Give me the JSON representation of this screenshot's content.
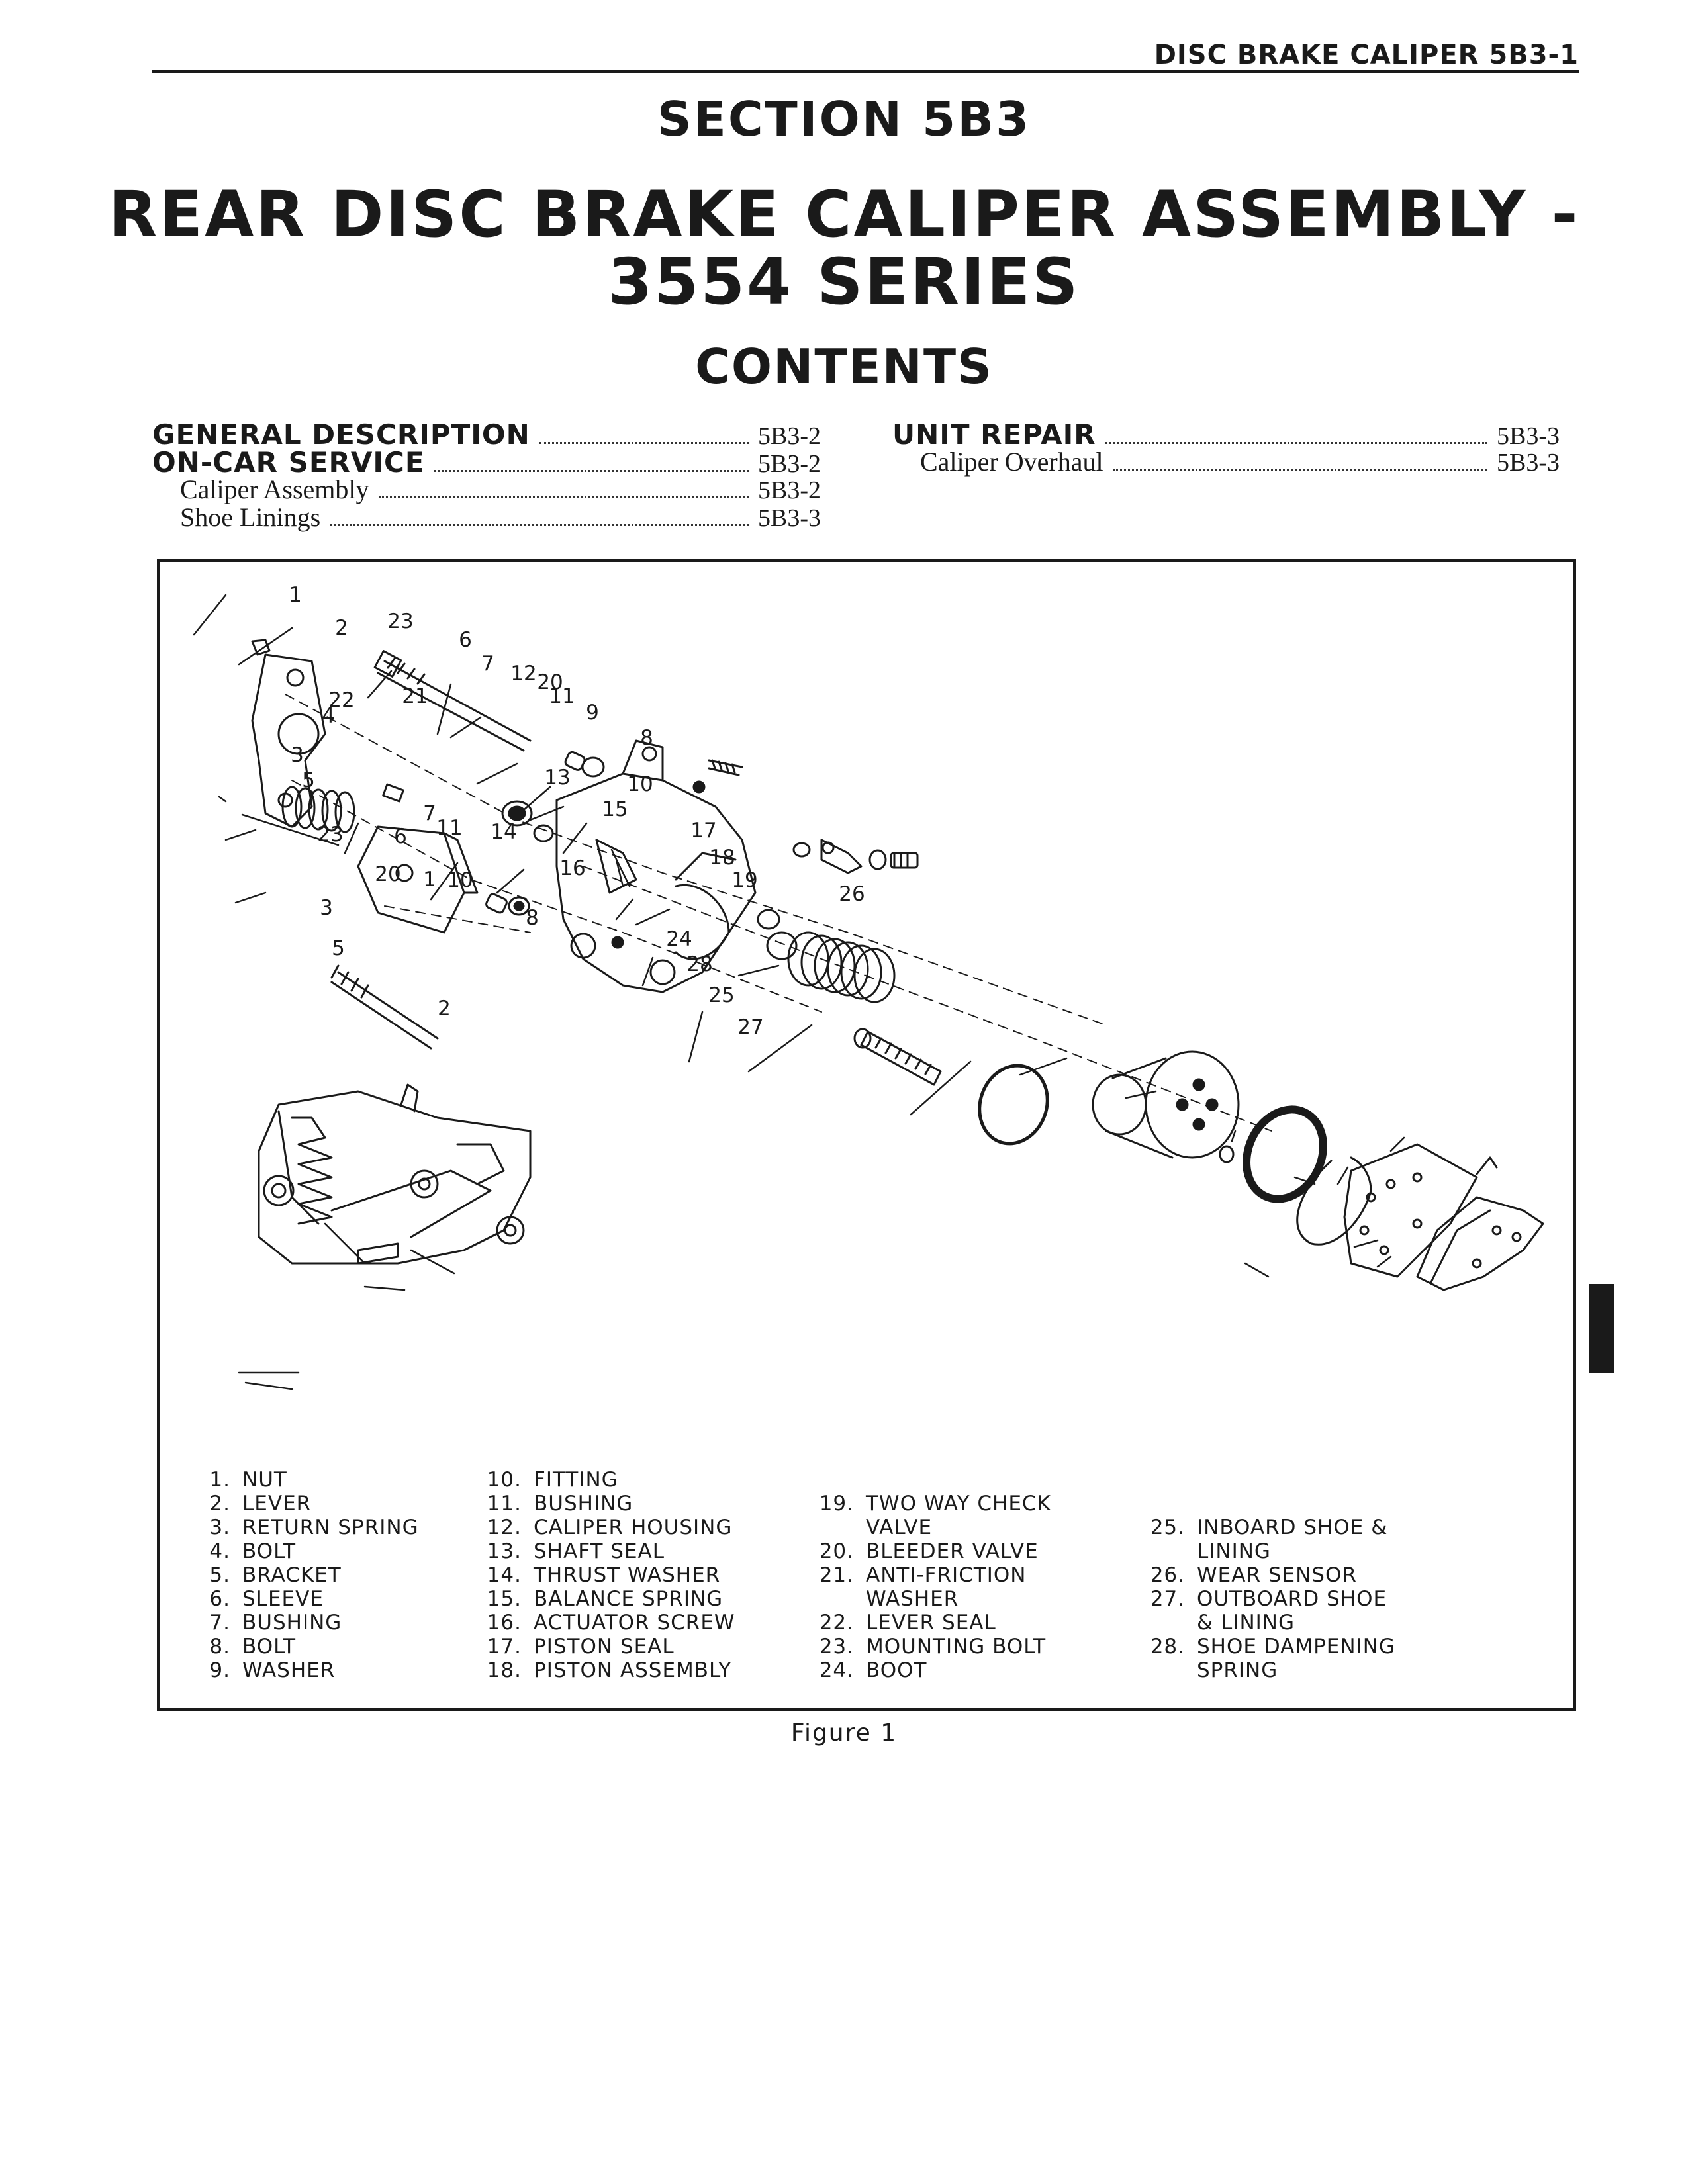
{
  "running_head": "DISC BRAKE CALIPER 5B3-1",
  "section": "SECTION 5B3",
  "title_line1": "REAR DISC BRAKE CALIPER ASSEMBLY -",
  "title_line2": "3554 SERIES",
  "contents_heading": "CONTENTS",
  "toc_left": [
    {
      "label": "GENERAL DESCRIPTION",
      "page": "5B3-2",
      "level": 1
    },
    {
      "label": "ON-CAR SERVICE",
      "page": "5B3-2",
      "level": 1
    },
    {
      "label": "Caliper Assembly",
      "page": "5B3-2",
      "level": 2
    },
    {
      "label": "Shoe Linings",
      "page": "5B3-3",
      "level": 2
    }
  ],
  "toc_right": [
    {
      "label": "UNIT REPAIR",
      "page": "5B3-3",
      "level": 1
    },
    {
      "label": "Caliper Overhaul",
      "page": "5B3-3",
      "level": 2
    }
  ],
  "callouts": [
    "1",
    "2",
    "23",
    "6",
    "7",
    "12",
    "20",
    "11",
    "22",
    "21",
    "4",
    "3",
    "5",
    "9",
    "8",
    "13",
    "10",
    "7",
    "15",
    "23",
    "6",
    "11",
    "14",
    "17",
    "16",
    "18",
    "20",
    "1",
    "10",
    "19",
    "26",
    "3",
    "8",
    "5",
    "24",
    "28",
    "2",
    "25",
    "27"
  ],
  "legend": [
    {
      "num": "1.",
      "text": "NUT"
    },
    {
      "num": "2.",
      "text": "LEVER"
    },
    {
      "num": "3.",
      "text": "RETURN SPRING"
    },
    {
      "num": "4.",
      "text": "BOLT"
    },
    {
      "num": "5.",
      "text": "BRACKET"
    },
    {
      "num": "6.",
      "text": "SLEEVE"
    },
    {
      "num": "7.",
      "text": "BUSHING"
    },
    {
      "num": "8.",
      "text": "BOLT"
    },
    {
      "num": "9.",
      "text": "WASHER"
    },
    {
      "num": "10.",
      "text": "FITTING"
    },
    {
      "num": "11.",
      "text": "BUSHING"
    },
    {
      "num": "12.",
      "text": "CALIPER HOUSING"
    },
    {
      "num": "13.",
      "text": "SHAFT SEAL"
    },
    {
      "num": "14.",
      "text": "THRUST WASHER"
    },
    {
      "num": "15.",
      "text": "BALANCE SPRING"
    },
    {
      "num": "16.",
      "text": "ACTUATOR SCREW"
    },
    {
      "num": "17.",
      "text": "PISTON SEAL"
    },
    {
      "num": "18.",
      "text": "PISTON ASSEMBLY"
    },
    {
      "num": "19.",
      "text": "TWO WAY CHECK VALVE"
    },
    {
      "num": "20.",
      "text": "BLEEDER VALVE"
    },
    {
      "num": "21.",
      "text": "ANTI-FRICTION WASHER"
    },
    {
      "num": "22.",
      "text": "LEVER SEAL"
    },
    {
      "num": "23.",
      "text": "MOUNTING BOLT"
    },
    {
      "num": "24.",
      "text": "BOOT"
    },
    {
      "num": "25.",
      "text": "INBOARD SHOE & LINING"
    },
    {
      "num": "26.",
      "text": "WEAR SENSOR"
    },
    {
      "num": "27.",
      "text": "OUTBOARD SHOE & LINING"
    },
    {
      "num": "28.",
      "text": "SHOE DAMPENING SPRING"
    }
  ],
  "figure_caption": "Figure 1"
}
